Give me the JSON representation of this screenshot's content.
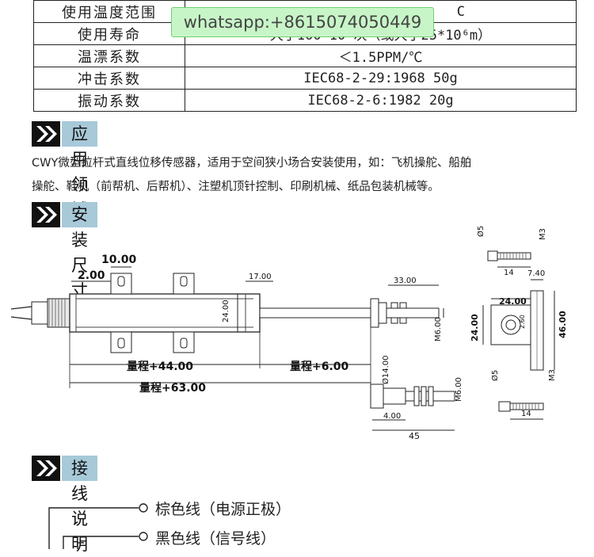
{
  "watermark": "whatsapp:+8615074050449",
  "specs": [
    {
      "label": "使用温度范围",
      "value": "C"
    },
    {
      "label": "使用寿命",
      "value": "大于100*10⁶次（或大于25*10⁶m）"
    },
    {
      "label": "温漂系数",
      "value": "＜1.5PPM/℃"
    },
    {
      "label": "冲击系数",
      "value": "IEC68-2-29:1968 50g"
    },
    {
      "label": "振动系数",
      "value": "IEC68-2-6:1982 20g"
    }
  ],
  "sections": {
    "application": "应用领域",
    "installation": "安装尺寸",
    "wiring": "接线说明"
  },
  "application_text_line1": "CWY微型拉杆式直线位移传感器，适用于空间狭小场合安装使用，如：飞机操舵、船舶",
  "application_text_line2": "操舵、鞋机（前帮机、后帮机）、注塑机顶针控制、印刷机械、纸品包装机械等。",
  "dimensions": {
    "d10": "10.00",
    "d2": "2.00",
    "d17": "17.00",
    "d24": "24.00",
    "d33": "33.00",
    "m6a": "M6.00",
    "range44": "量程+44.00",
    "range6": "量程+6.00",
    "range63": "量程+63.00",
    "d14": "Ø14.00",
    "d4": "4.00",
    "d45": "45",
    "m6b": "M6.00",
    "phi5a": "Ø5",
    "m3a": "M3",
    "d14b": "14",
    "d740": "7.40",
    "d24b": "24.00",
    "d24c": "24.00",
    "d46": "46.00",
    "d260": "2.60",
    "m3b": "M3",
    "phi5b": "Ø5",
    "d14c": "14"
  },
  "wiring": [
    {
      "text": "棕色线（电源正极）"
    },
    {
      "text": "黑色线（信号线）"
    }
  ]
}
